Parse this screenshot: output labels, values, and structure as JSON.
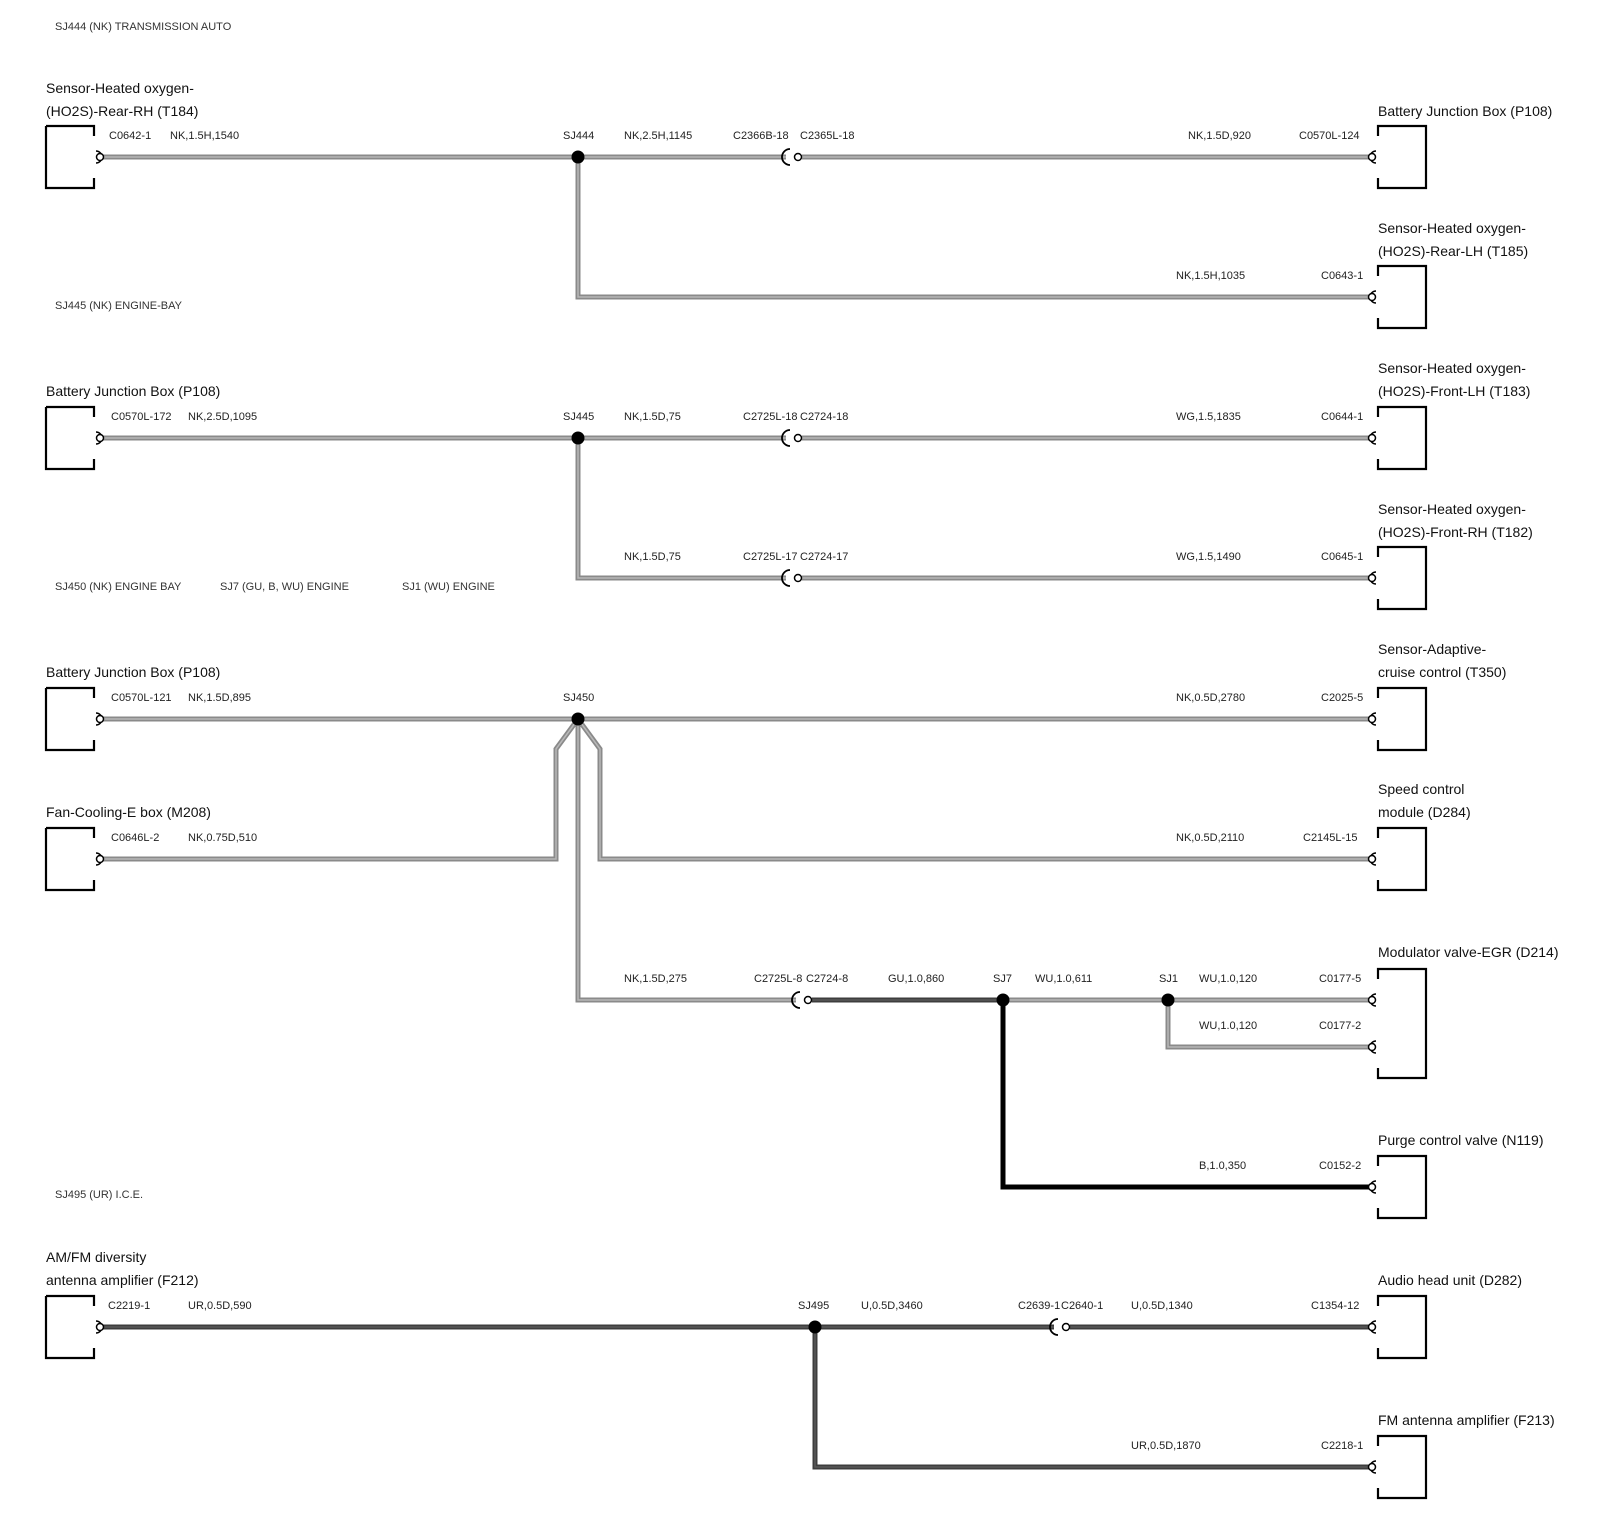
{
  "header": {
    "title": "SJ444 (NK) TRANSMISSION AUTO"
  },
  "sections": {
    "s2": "SJ445 (NK) ENGINE-BAY",
    "s3": [
      "SJ450 (NK) ENGINE BAY",
      "SJ7 (GU, B, WU) ENGINE",
      "SJ1 (WU) ENGINE"
    ],
    "s4": "SJ495 (UR) I.C.E."
  },
  "components": {
    "t184": [
      "Sensor-Heated oxygen-",
      "(HO2S)-Rear-RH (T184)"
    ],
    "p108_a": [
      "Battery Junction Box (P108)"
    ],
    "t185": [
      "Sensor-Heated oxygen-",
      "(HO2S)-Rear-LH (T185)"
    ],
    "p108_b": [
      "Battery Junction Box (P108)"
    ],
    "t183": [
      "Sensor-Heated oxygen-",
      "(HO2S)-Front-LH (T183)"
    ],
    "t182": [
      "Sensor-Heated oxygen-",
      "(HO2S)-Front-RH (T182)"
    ],
    "p108_c": [
      "Battery Junction Box (P108)"
    ],
    "t350": [
      "Sensor-Adaptive-",
      "cruise control (T350)"
    ],
    "m208": [
      "Fan-Cooling-E box (M208)"
    ],
    "d284": [
      "Speed control",
      "module (D284)"
    ],
    "d214": [
      "Modulator valve-EGR (D214)"
    ],
    "n119": [
      "Purge control valve (N119)"
    ],
    "f212": [
      "AM/FM diversity",
      "antenna amplifier (F212)"
    ],
    "d282": [
      "Audio head unit (D282)"
    ],
    "f213": [
      "FM antenna amplifier (F213)"
    ]
  },
  "splices": {
    "sj444": "SJ444",
    "sj445": "SJ445",
    "sj450": "SJ450",
    "sj7": "SJ7",
    "sj1": "SJ1",
    "sj495": "SJ495"
  },
  "labels": {
    "c0642_1": "C0642-1",
    "w_nk15h1540": "NK,1.5H,1540",
    "w_nk25h1145": "NK,2.5H,1145",
    "c2366b_18": "C2366B-18",
    "c2365l_18": "C2365L-18",
    "w_nk15d920": "NK,1.5D,920",
    "c0570l_124": "C0570L-124",
    "w_nk15h1035": "NK,1.5H,1035",
    "c0643_1": "C0643-1",
    "c0570l_172": "C0570L-172",
    "w_nk25d1095": "NK,2.5D,1095",
    "w_nk15d75_a": "NK,1.5D,75",
    "c2725l_18": "C2725L-18",
    "c2724_18": "C2724-18",
    "w_wg151835": "WG,1.5,1835",
    "c0644_1": "C0644-1",
    "w_nk15d75_b": "NK,1.5D,75",
    "c2725l_17": "C2725L-17",
    "c2724_17": "C2724-17",
    "w_wg151490": "WG,1.5,1490",
    "c0645_1": "C0645-1",
    "c0570l_121": "C0570L-121",
    "w_nk15d895": "NK,1.5D,895",
    "w_nk05d2780": "NK,0.5D,2780",
    "c2025_5": "C2025-5",
    "c0646l_2": "C0646L-2",
    "w_nk075d510": "NK,0.75D,510",
    "w_nk05d2110": "NK,0.5D,2110",
    "c2145l_15": "C2145L-15",
    "w_nk15d275": "NK,1.5D,275",
    "c2725l_8": "C2725L-8",
    "c2724_8": "C2724-8",
    "w_gu10860": "GU,1.0,860",
    "w_wu10611": "WU,1.0,611",
    "w_wu10120_a": "WU,1.0,120",
    "c0177_5": "C0177-5",
    "w_wu10120_b": "WU,1.0,120",
    "c0177_2": "C0177-2",
    "w_b10350": "B,1.0,350",
    "c0152_2": "C0152-2",
    "c2219_1": "C2219-1",
    "w_ur05d590": "UR,0.5D,590",
    "w_u05d3460": "U,0.5D,3460",
    "c2639_1": "C2639-1",
    "c2640_1": "C2640-1",
    "w_u05d1340": "U,0.5D,1340",
    "c1354_12": "C1354-12",
    "w_ur05d1870": "UR,0.5D,1870",
    "c2218_1": "C2218-1"
  },
  "colors": {
    "wire_gray": "#8a8a8a",
    "wire_dark": "#3d3d3d",
    "wire_black": "#000000",
    "splice": "#000000"
  }
}
